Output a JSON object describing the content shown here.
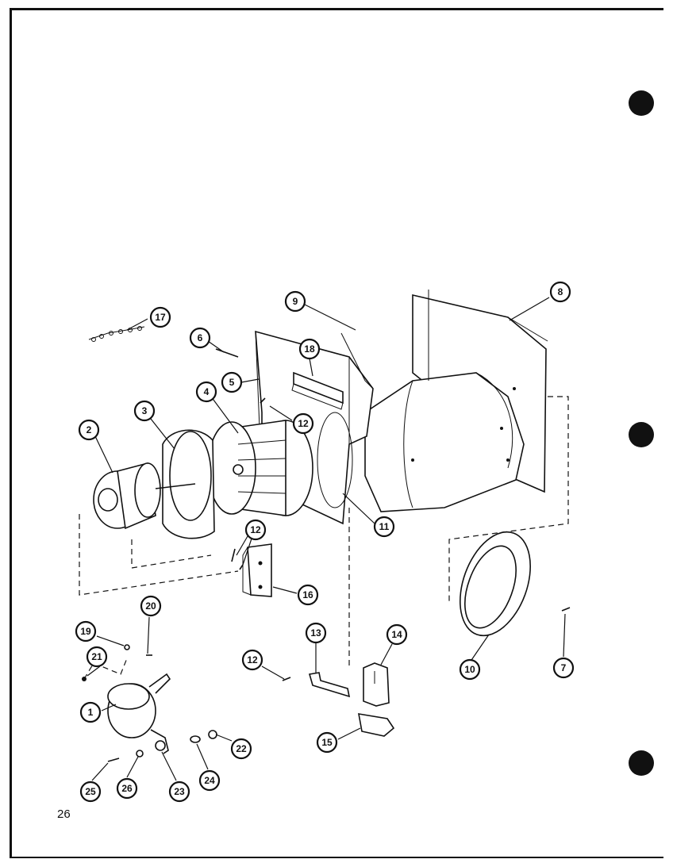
{
  "page": {
    "number": "26"
  },
  "callouts": [
    {
      "id": "c1",
      "label": "1"
    },
    {
      "id": "c2",
      "label": "2"
    },
    {
      "id": "c3",
      "label": "3"
    },
    {
      "id": "c4",
      "label": "4"
    },
    {
      "id": "c5",
      "label": "5"
    },
    {
      "id": "c6",
      "label": "6"
    },
    {
      "id": "c7",
      "label": "7"
    },
    {
      "id": "c8",
      "label": "8"
    },
    {
      "id": "c9",
      "label": "9"
    },
    {
      "id": "c10",
      "label": "10"
    },
    {
      "id": "c11",
      "label": "11"
    },
    {
      "id": "c12a",
      "label": "12"
    },
    {
      "id": "c12b",
      "label": "12"
    },
    {
      "id": "c12c",
      "label": "12"
    },
    {
      "id": "c13",
      "label": "13"
    },
    {
      "id": "c14",
      "label": "14"
    },
    {
      "id": "c15",
      "label": "15"
    },
    {
      "id": "c16",
      "label": "16"
    },
    {
      "id": "c17",
      "label": "17"
    },
    {
      "id": "c18",
      "label": "18"
    },
    {
      "id": "c19",
      "label": "19"
    },
    {
      "id": "c20",
      "label": "20"
    },
    {
      "id": "c21",
      "label": "21"
    },
    {
      "id": "c22",
      "label": "22"
    },
    {
      "id": "c23",
      "label": "23"
    },
    {
      "id": "c24",
      "label": "24"
    },
    {
      "id": "c25",
      "label": "25"
    },
    {
      "id": "c26",
      "label": "26"
    }
  ]
}
